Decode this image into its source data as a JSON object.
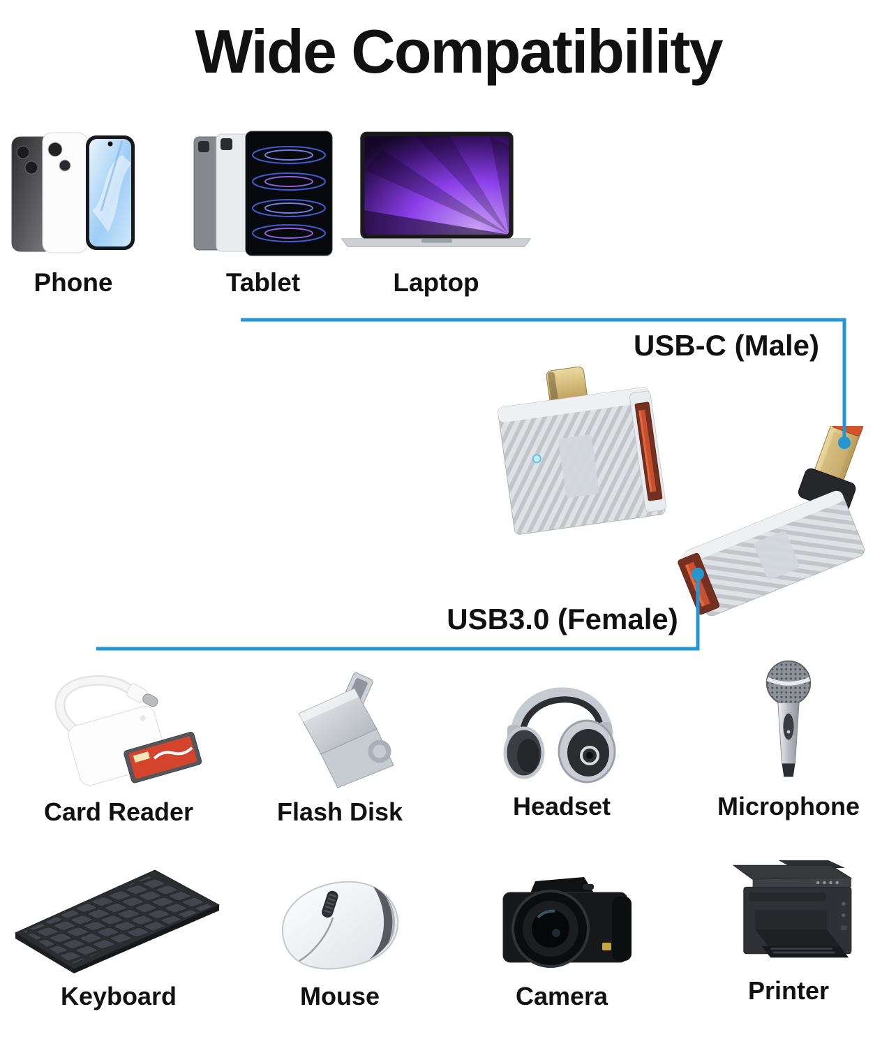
{
  "title": "Wide Compatibility",
  "colors": {
    "line_blue": "#2497d3",
    "text": "#111111",
    "port_orange": "#c8502f",
    "connector_gold": "#d9c287",
    "background": "#ffffff"
  },
  "hosts": [
    {
      "label": "Phone"
    },
    {
      "label": "Tablet"
    },
    {
      "label": "Laptop"
    }
  ],
  "callouts": {
    "usb_c_male": "USB-C (Male)",
    "usb3_female": "USB3.0 (Female)"
  },
  "peripherals": [
    {
      "label": "Card Reader"
    },
    {
      "label": "Flash Disk"
    },
    {
      "label": "Headset"
    },
    {
      "label": "Microphone"
    },
    {
      "label": "Keyboard"
    },
    {
      "label": "Mouse"
    },
    {
      "label": "Camera"
    },
    {
      "label": "Printer"
    }
  ]
}
